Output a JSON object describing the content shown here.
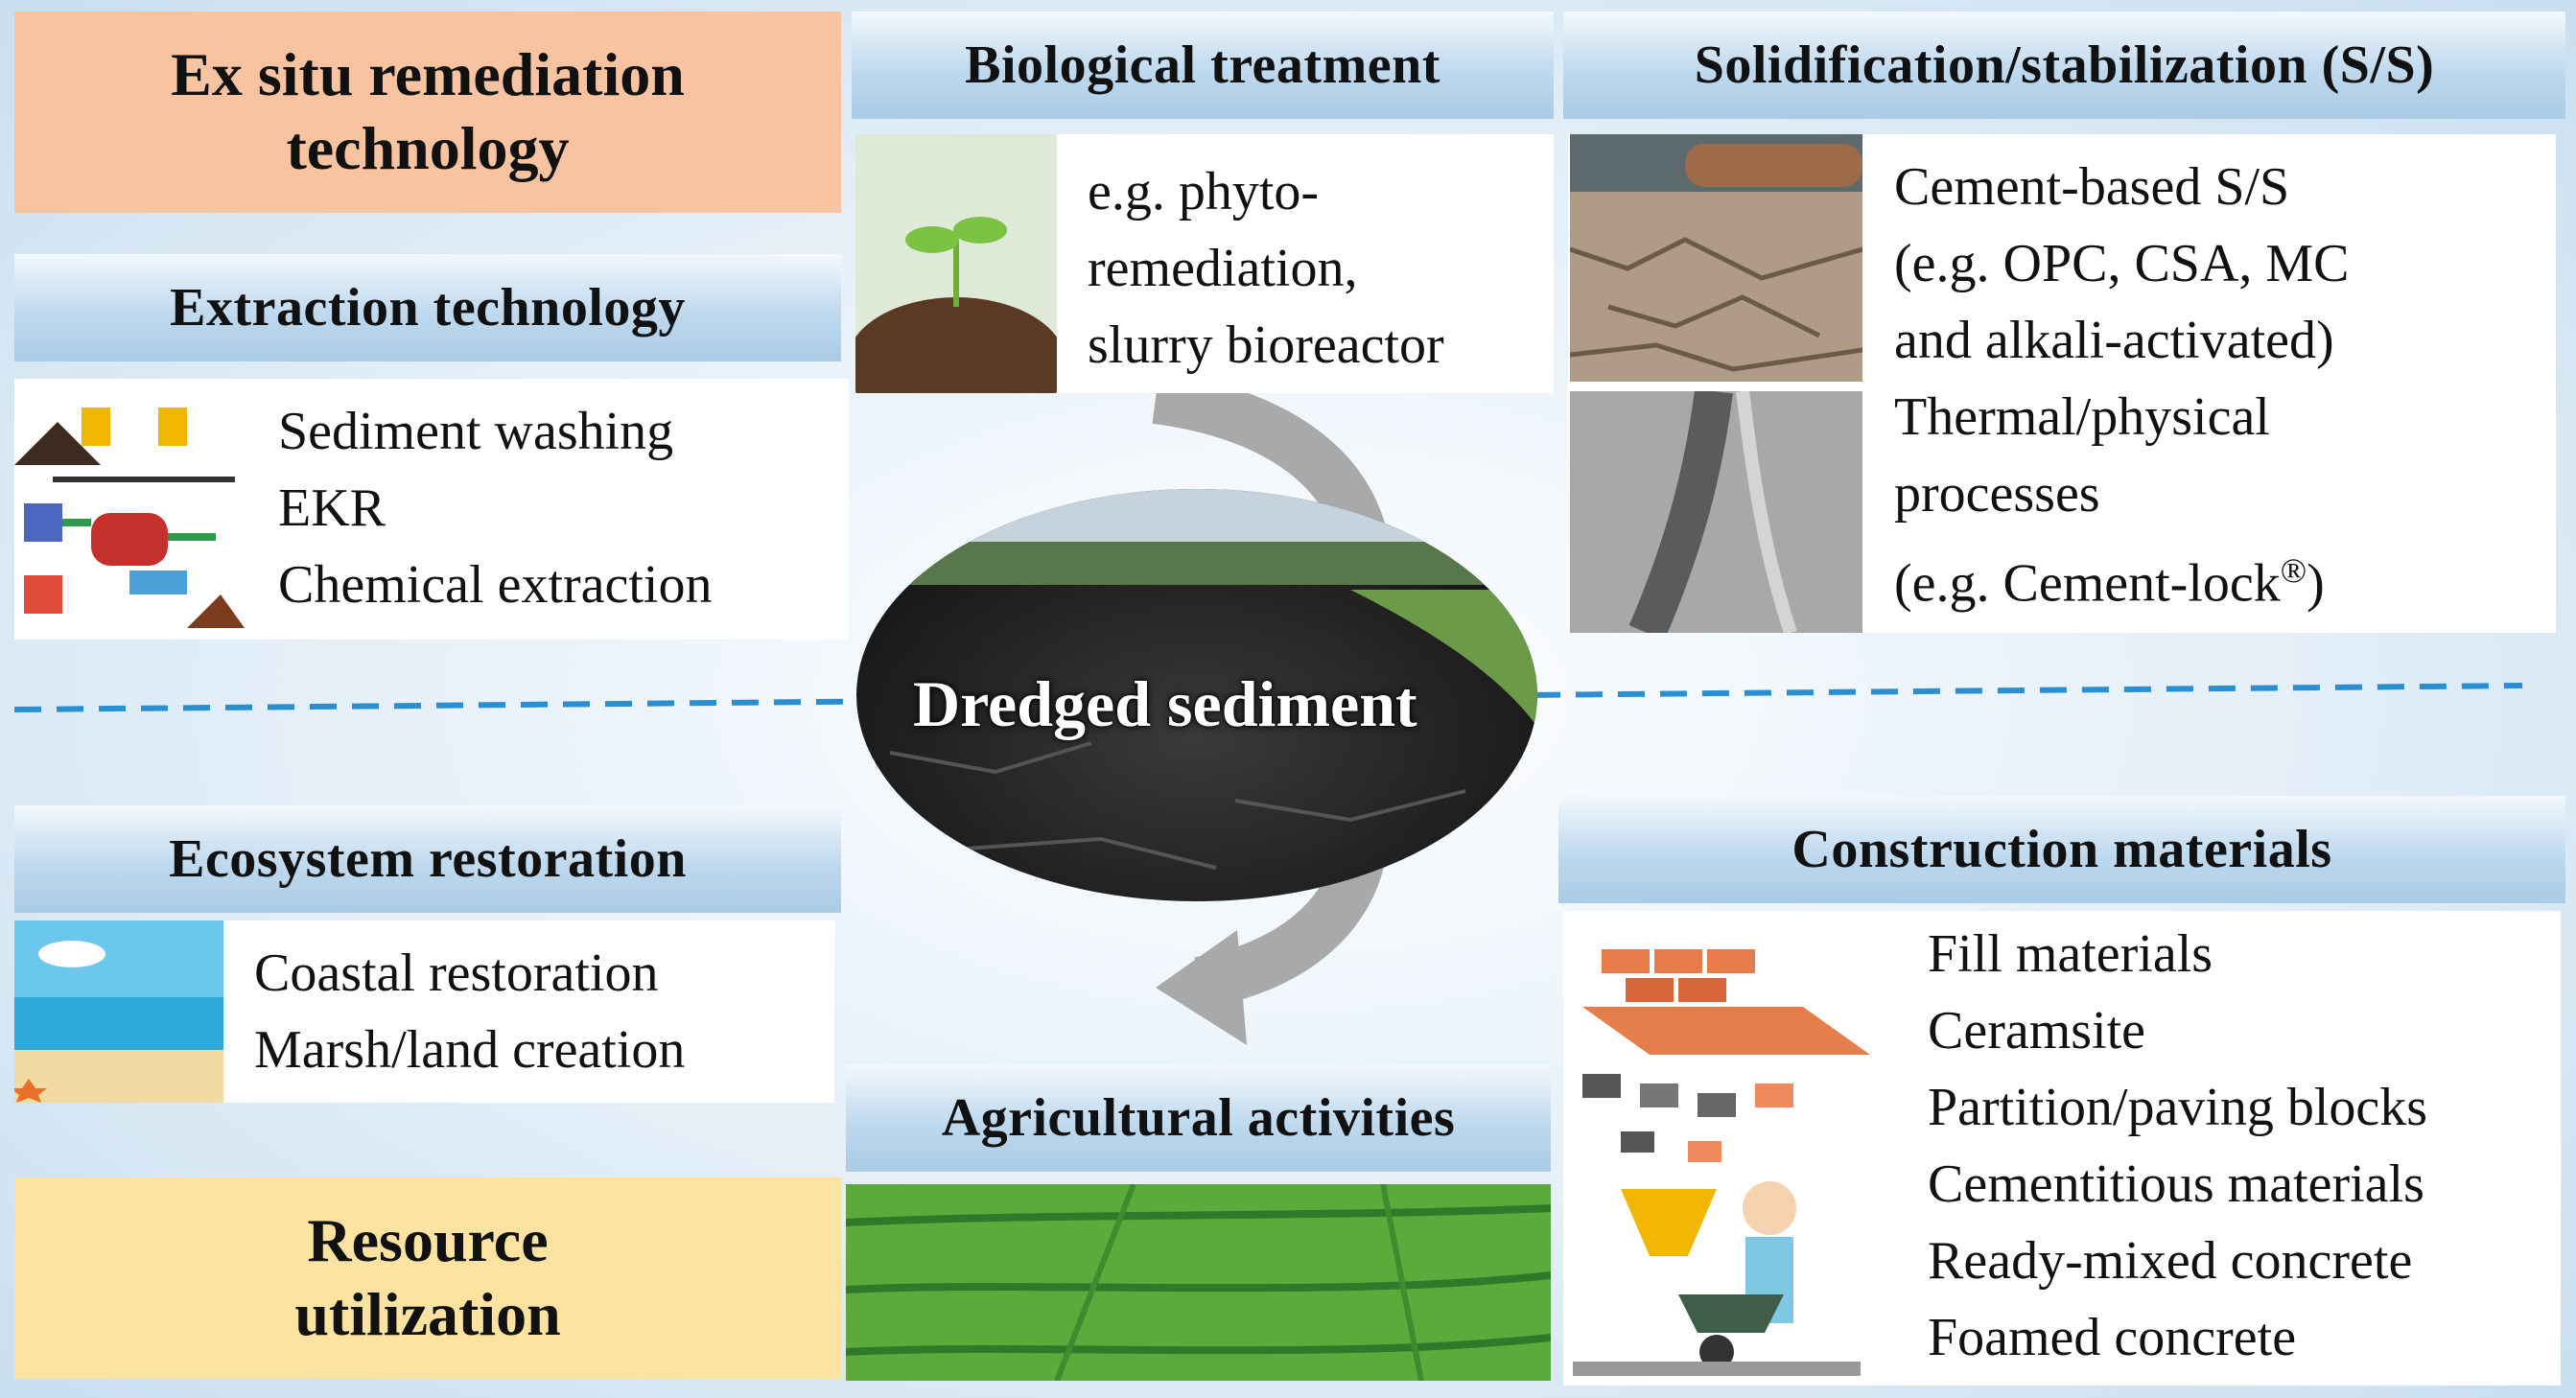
{
  "ex_situ": {
    "title": "Ex situ remediation technology"
  },
  "resource": {
    "title": "Resource utilization"
  },
  "extraction": {
    "header": "Extraction technology",
    "items": [
      "Sediment  washing",
      "EKR",
      "Chemical  extraction"
    ]
  },
  "biological": {
    "header": "Biological treatment",
    "lines": [
      "e.g. phyto-",
      "remediation,",
      "slurry bioreactor"
    ]
  },
  "solidification": {
    "header": "Solidification/stabilization  (S/S)",
    "lines": [
      "Cement-based S/S",
      " (e.g. OPC, CSA, MC",
      "and alkali-activated)",
      "Thermal/physical",
      "processes",
      "(e.g. Cement-lock",
      "®",
      ")"
    ]
  },
  "center": {
    "label": "Dredged sediment"
  },
  "ecosystem": {
    "header": "Ecosystem restoration",
    "items": [
      "Coastal restoration",
      "Marsh/land  creation"
    ]
  },
  "agricultural": {
    "header": "Agricultural activities"
  },
  "construction": {
    "header": "Construction materials",
    "items": [
      "Fill materials",
      "Ceramsite",
      "Partition/paving blocks",
      "Cementitious materials",
      "Ready-mixed concrete",
      "Foamed concrete"
    ]
  }
}
